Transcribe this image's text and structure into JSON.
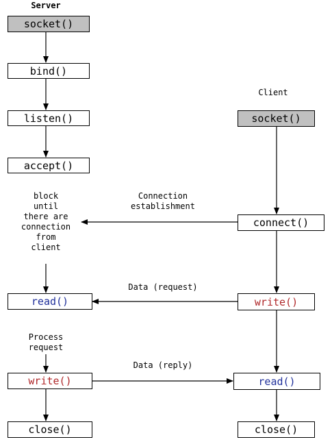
{
  "server_title": "Server",
  "client_title": "Client",
  "server": {
    "socket": "socket()",
    "bind": "bind()",
    "listen": "listen()",
    "accept": "accept()",
    "block_note": "block\nuntil\nthere are\nconnection\nfrom\nclient",
    "read": "read()",
    "process_note": "Process\nrequest",
    "write": "write()",
    "close": "close()"
  },
  "client": {
    "socket": "socket()",
    "connect": "connect()",
    "write": "write()",
    "read": "read()",
    "close": "close()"
  },
  "messages": {
    "connection": "Connection\nestablishment",
    "request": "Data (request)",
    "reply": "Data (reply)"
  },
  "colors": {
    "box_gray": "#c0c0c0",
    "read_text": "#1f2f9a",
    "write_text": "#b0282a"
  }
}
